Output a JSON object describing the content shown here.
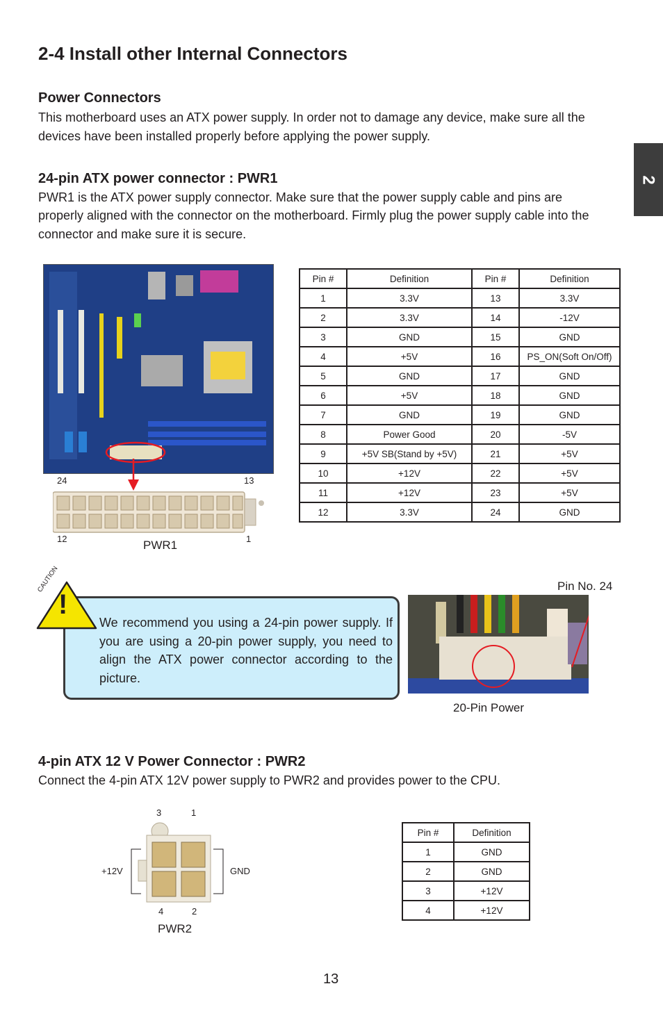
{
  "page_title": "2-4 Install other Internal Connectors",
  "side_tab": "2",
  "power_connectors": {
    "heading": "Power Connectors",
    "text_line1": "This motherboard uses an ATX power supply. In order not to damage any device, make sure all the",
    "text_line2": "devices have been installed properly before applying the power supply."
  },
  "pwr1_section": {
    "heading": "24-pin ATX power connector : PWR1",
    "text_line1": "PWR1 is the ATX power supply connector. Make sure that the power supply cable and pins are",
    "text_line2": "properly aligned with the connector on the motherboard. Firmly plug the power supply cable into the",
    "text_line3": "connector and make sure it is secure.",
    "diagram_labels": {
      "pin24": "24",
      "pin13": "13",
      "pin12": "12",
      "pin1": "1",
      "name": "PWR1"
    },
    "table_headers": [
      "Pin #",
      "Definition",
      "Pin #",
      "Definition"
    ],
    "rows": [
      [
        "1",
        "3.3V",
        "13",
        "3.3V"
      ],
      [
        "2",
        "3.3V",
        "14",
        "-12V"
      ],
      [
        "3",
        "GND",
        "15",
        "GND"
      ],
      [
        "4",
        "+5V",
        "16",
        "PS_ON(Soft On/Off)"
      ],
      [
        "5",
        "GND",
        "17",
        "GND"
      ],
      [
        "6",
        "+5V",
        "18",
        "GND"
      ],
      [
        "7",
        "GND",
        "19",
        "GND"
      ],
      [
        "8",
        "Power Good",
        "20",
        "-5V"
      ],
      [
        "9",
        "+5V SB(Stand by +5V)",
        "21",
        "+5V"
      ],
      [
        "10",
        "+12V",
        "22",
        "+5V"
      ],
      [
        "11",
        "+12V",
        "23",
        "+5V"
      ],
      [
        "12",
        "3.3V",
        "24",
        "GND"
      ]
    ]
  },
  "caution": {
    "tag": "CAUTION",
    "mark": "!",
    "text": "We recommend you using a 24-pin power supply. If you are using a 20-pin power supply, you need to align the ATX power connector according to the picture."
  },
  "photo_labels": {
    "pin_no": "Pin No. 24",
    "caption": "20-Pin Power"
  },
  "pwr2_section": {
    "heading": "4-pin ATX 12 V Power Connector : PWR2",
    "text": "Connect the 4-pin ATX 12V power supply to PWR2 and provides power to the CPU.",
    "diagram_labels": {
      "p3": "3",
      "p1": "1",
      "p4": "4",
      "p2": "2",
      "left": "+12V",
      "right": "GND",
      "name": "PWR2"
    },
    "table_headers": [
      "Pin #",
      "Definition"
    ],
    "rows": [
      [
        "1",
        "GND"
      ],
      [
        "2",
        "GND"
      ],
      [
        "3",
        "+12V"
      ],
      [
        "4",
        "+12V"
      ]
    ]
  },
  "page_number": "13"
}
